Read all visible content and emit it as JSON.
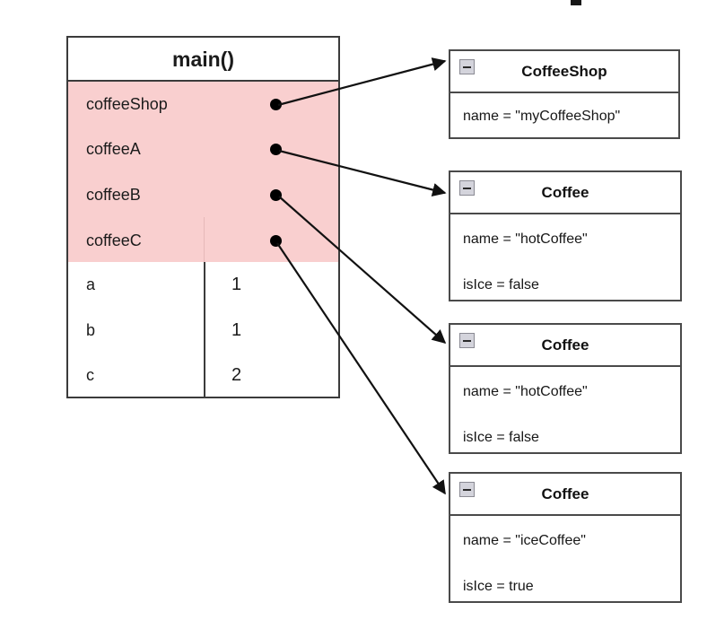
{
  "diagram": {
    "type": "memory-reference-diagram",
    "background_color": "#ffffff",
    "highlight_color": "#f9cfcf",
    "border_color": "#3b3b3b"
  },
  "stack_frame": {
    "title": "main()",
    "highlighted_rows": 4,
    "variables": [
      {
        "name": "coffeeShop",
        "value": "",
        "has_reference": true
      },
      {
        "name": "coffeeA",
        "value": "",
        "has_reference": true
      },
      {
        "name": "coffeeB",
        "value": "",
        "has_reference": true
      },
      {
        "name": "coffeeC",
        "value": "",
        "has_reference": true
      },
      {
        "name": "a",
        "value": "1",
        "has_reference": false
      },
      {
        "name": "b",
        "value": "1",
        "has_reference": false
      },
      {
        "name": "c",
        "value": "2",
        "has_reference": false
      }
    ]
  },
  "heap_objects": [
    {
      "title": "CoffeeShop",
      "collapse_icon": "minus-icon",
      "fields": [
        "name = \"myCoffeeShop\""
      ]
    },
    {
      "title": "Coffee",
      "collapse_icon": "minus-icon",
      "fields": [
        "name = \"hotCoffee\"",
        "isIce = false"
      ]
    },
    {
      "title": "Coffee",
      "collapse_icon": "minus-icon",
      "fields": [
        "name = \"hotCoffee\"",
        "isIce = false"
      ]
    },
    {
      "title": "Coffee",
      "collapse_icon": "minus-icon",
      "fields": [
        "name = \"iceCoffee\"",
        "isIce = true"
      ]
    }
  ],
  "references": [
    {
      "from": "coffeeShop",
      "to": "CoffeeShop"
    },
    {
      "from": "coffeeA",
      "to": "Coffee"
    },
    {
      "from": "coffeeB",
      "to": "Coffee"
    },
    {
      "from": "coffeeC",
      "to": "Coffee"
    }
  ]
}
